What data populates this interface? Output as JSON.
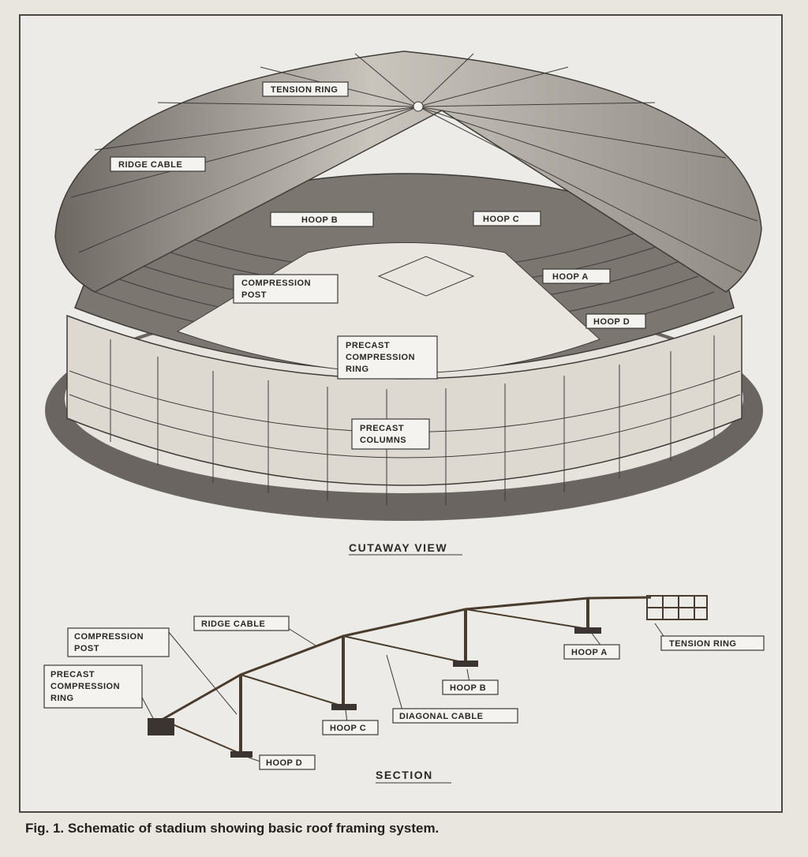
{
  "cutaway": {
    "heading": "CUTAWAY VIEW",
    "labels": {
      "tension_ring": "TENSION RING",
      "ridge_cable": "RIDGE CABLE",
      "hoop_b": "HOOP B",
      "hoop_c": "HOOP C",
      "hoop_a": "HOOP A",
      "compression_post": [
        "COMPRESSION",
        "POST"
      ],
      "hoop_d": "HOOP D",
      "precast_compression_ring": [
        "PRECAST",
        "COMPRESSION",
        "RING"
      ],
      "precast_columns": [
        "PRECAST",
        "COLUMNS"
      ]
    }
  },
  "section": {
    "heading": "SECTION",
    "labels": {
      "compression_post": [
        "COMPRESSION",
        "POST"
      ],
      "ridge_cable": "RIDGE CABLE",
      "precast_compression_ring": [
        "PRECAST",
        "COMPRESSION",
        "RING"
      ],
      "hoop_a": "HOOP A",
      "tension_ring": "TENSION RING",
      "hoop_b": "HOOP B",
      "hoop_c": "HOOP C",
      "diagonal_cable": "DIAGONAL CABLE",
      "hoop_d": "HOOP D"
    }
  },
  "caption": "Fig. 1. Schematic of stadium showing basic roof framing system."
}
